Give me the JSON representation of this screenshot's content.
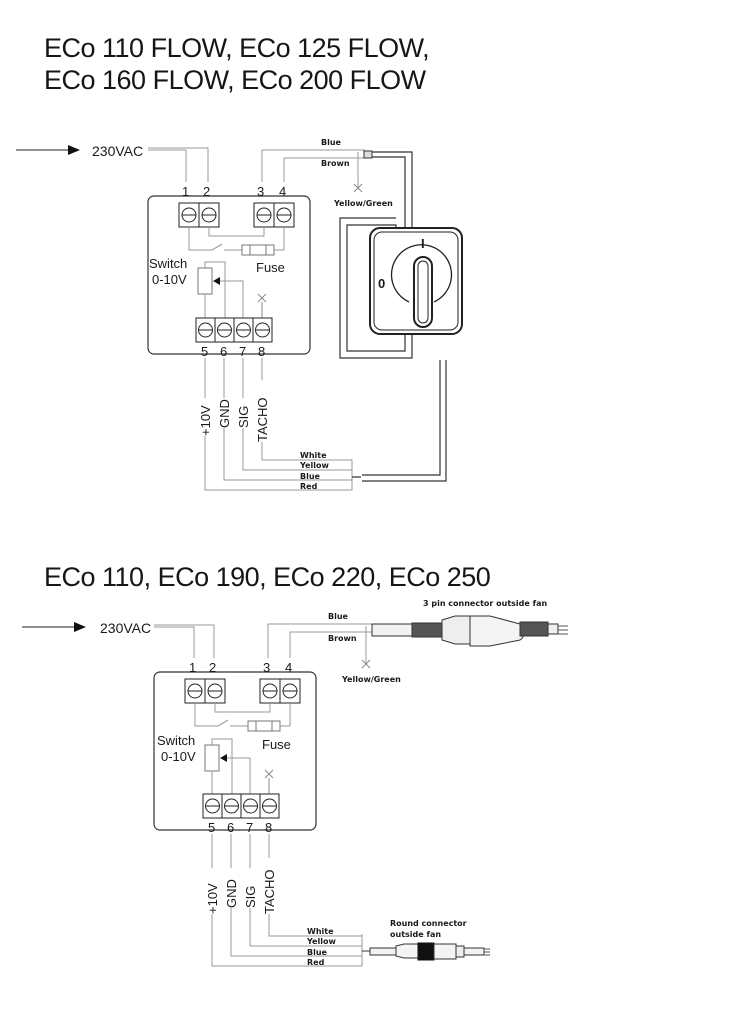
{
  "diagram1": {
    "title_line1": "ECo 110 FLOW, ECo 125 FLOW,",
    "title_line2": "ECo 160 FLOW, ECo 200 FLOW",
    "supply": "230VAC",
    "terminals_top": [
      "1",
      "2",
      "3",
      "4"
    ],
    "terminals_bottom": [
      "5",
      "6",
      "7",
      "8"
    ],
    "switch_label_1": "Switch",
    "switch_label_2": "0-10V",
    "fuse_label": "Fuse",
    "signal_labels": [
      "+10V",
      "GND",
      "SIG",
      "TACHO"
    ],
    "power_wires": [
      "Blue",
      "Brown",
      "Yellow/Green"
    ],
    "signal_wires": [
      "White",
      "Yellow",
      "Blue",
      "Red"
    ],
    "rotary_switch": {
      "off": "0",
      "on": "I"
    }
  },
  "diagram2": {
    "title": "ECo 110, ECo 190, ECo 220, ECo 250",
    "supply": "230VAC",
    "terminals_top": [
      "1",
      "2",
      "3",
      "4"
    ],
    "terminals_bottom": [
      "5",
      "6",
      "7",
      "8"
    ],
    "switch_label_1": "Switch",
    "switch_label_2": "0-10V",
    "fuse_label": "Fuse",
    "signal_labels": [
      "+10V",
      "GND",
      "SIG",
      "TACHO"
    ],
    "power_wires": [
      "Blue",
      "Brown",
      "Yellow/Green"
    ],
    "signal_wires": [
      "White",
      "Yellow",
      "Blue",
      "Red"
    ],
    "power_connector_label": "3 pin connector outside fan",
    "signal_connector_label_1": "Round connector",
    "signal_connector_label_2": "outside fan"
  }
}
